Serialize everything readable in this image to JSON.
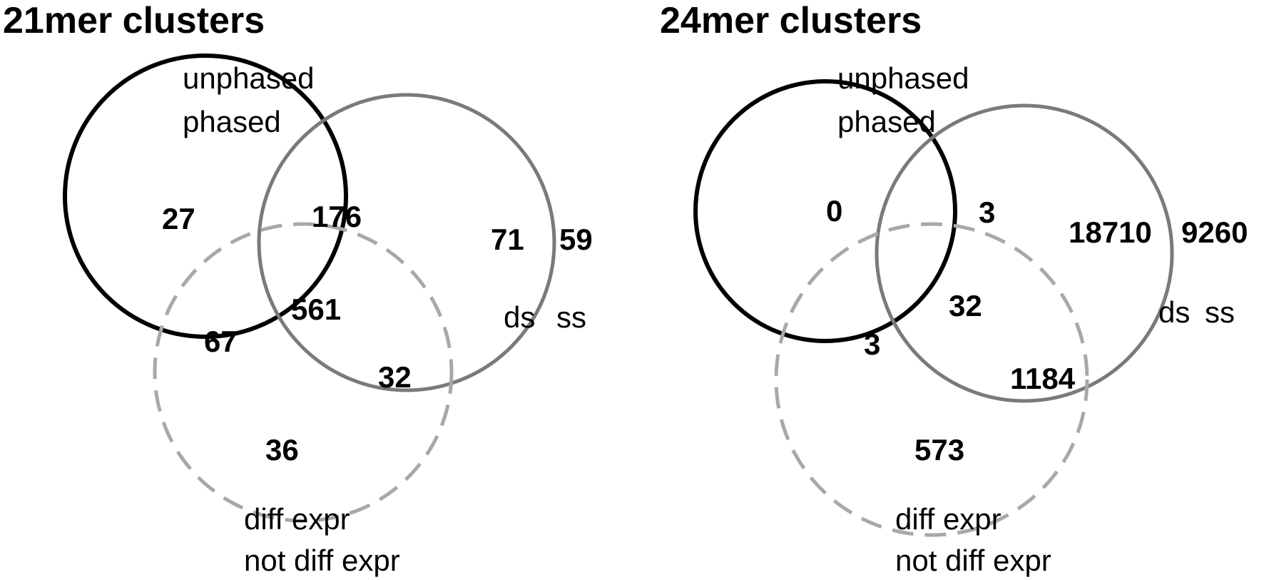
{
  "panels": [
    {
      "title": "21mer clusters",
      "labels": {
        "unphased": "unphased",
        "phased": "phased",
        "ds": "ds",
        "ss": "ss",
        "diff_expr": "diff expr",
        "not_diff_expr": "not diff expr"
      },
      "counts": {
        "phased_only": "27",
        "phased_ds": "176",
        "ds_only": "71",
        "ss": "59",
        "phased_diff": "67",
        "all_three": "561",
        "ds_diff": "32",
        "diff_only": "36"
      }
    },
    {
      "title": "24mer clusters",
      "labels": {
        "unphased": "unphased",
        "phased": "phased",
        "ds": "ds",
        "ss": "ss",
        "diff_expr": "diff expr",
        "not_diff_expr": "not diff expr"
      },
      "counts": {
        "phased_only": "0",
        "phased_ds": "3",
        "ds_only": "18710",
        "ss": "9260",
        "phased_diff": "3",
        "all_three": "32",
        "ds_diff": "1184",
        "diff_only": "573"
      }
    }
  ],
  "colors": {
    "phased_circle": "#000000",
    "ds_circle": "#7a7a7a",
    "diff_expr_circle": "#a8a8a8"
  }
}
